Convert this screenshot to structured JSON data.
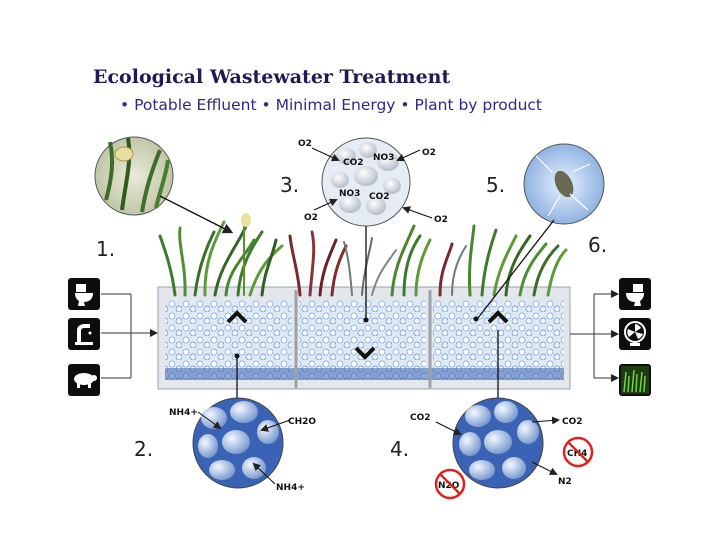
{
  "title": "Ecological Wastewater Treatment",
  "subtitle": "• Potable Effluent • Minimal Energy • Plant by product",
  "steps": [
    "1.",
    "2.",
    "3.",
    "4.",
    "5.",
    "6."
  ],
  "inputs": [
    {
      "icon": "toilet-icon"
    },
    {
      "icon": "faucet-icon"
    },
    {
      "icon": "pig-icon"
    }
  ],
  "outputs": [
    {
      "icon": "toilet-icon"
    },
    {
      "icon": "fan-icon"
    },
    {
      "icon": "grass-icon"
    }
  ],
  "callout3": {
    "labels": [
      "O2",
      "CO2",
      "NO3",
      "O2",
      "NO3",
      "CO2",
      "O2",
      "O2"
    ]
  },
  "callout2": {
    "labels": [
      "NH4+",
      "CH2O",
      "NH4+"
    ]
  },
  "callout4": {
    "labels": [
      "CO2",
      "CO2",
      "CH4",
      "N2O",
      "N2"
    ]
  },
  "colors": {
    "title": "#1f1a55",
    "subtitle": "#2e2a86",
    "tank_water": "#cfe0f2",
    "gravel_blue": "#3a63b5"
  }
}
